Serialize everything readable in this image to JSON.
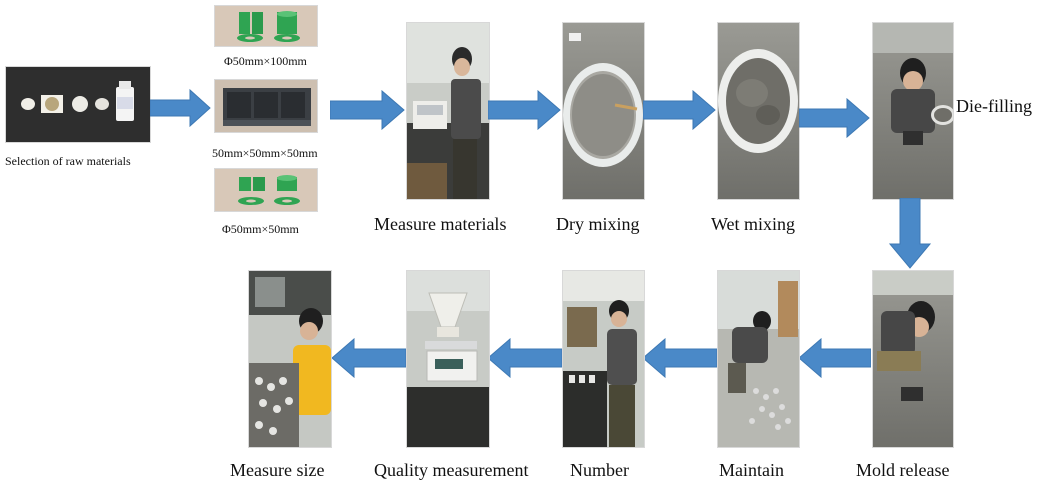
{
  "colors": {
    "arrow": "#4a89c8",
    "arrow_stroke": "#3d78b3",
    "mold_green": "#2fa452",
    "mold_dark": "#3b3f44"
  },
  "raw_materials": {
    "caption": "Selection of raw materials",
    "photo_icon": "raw-materials-photo"
  },
  "molds": [
    {
      "caption": "Φ50mm×100mm",
      "photo_icon": "cylinder-mold-100-photo"
    },
    {
      "caption": "50mm×50mm×50mm",
      "photo_icon": "cube-mold-photo"
    },
    {
      "caption": "Φ50mm×50mm",
      "photo_icon": "cylinder-mold-50-photo"
    }
  ],
  "top_steps": [
    {
      "label": "Measure materials",
      "photo_icon": "measure-materials-photo"
    },
    {
      "label": "Dry mixing",
      "photo_icon": "dry-mixing-photo"
    },
    {
      "label": "Wet mixing",
      "photo_icon": "wet-mixing-photo"
    },
    {
      "label": "Die-filling",
      "photo_icon": "die-filling-photo"
    }
  ],
  "bottom_steps": [
    {
      "label": "Mold release",
      "photo_icon": "mold-release-photo"
    },
    {
      "label": "Maintain",
      "photo_icon": "maintain-photo"
    },
    {
      "label": "Number",
      "photo_icon": "number-photo"
    },
    {
      "label": "Quality measurement",
      "photo_icon": "quality-measurement-photo"
    },
    {
      "label": "Measure size",
      "photo_icon": "measure-size-photo"
    }
  ]
}
